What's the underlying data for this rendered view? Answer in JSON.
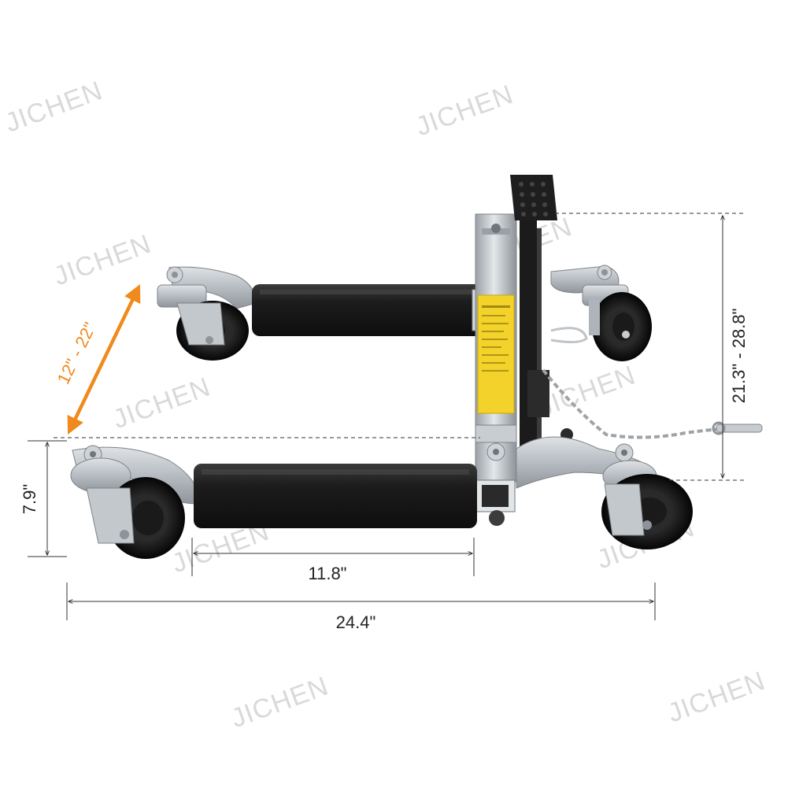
{
  "watermark": {
    "text": "JICHEN",
    "color": "#d9d9d9"
  },
  "dimensions": {
    "spread": "12\" - 22\"",
    "lift_height": "7.9\"",
    "inner_width": "11.8\"",
    "overall_width": "24.4\"",
    "overall_length": "21.3\" - 28.8\""
  },
  "colors": {
    "accent_orange": "#f08a1c",
    "frame_silver": "#b9bfc5",
    "roller_black": "#1e1e1e",
    "label_yellow": "#f3d22b",
    "dimension_line": "#333333"
  },
  "icons": {
    "dolly": "wheel-dolly-icon",
    "pedal": "foot-pedal-icon",
    "chain": "chain-icon",
    "arrow": "double-arrow-icon"
  }
}
